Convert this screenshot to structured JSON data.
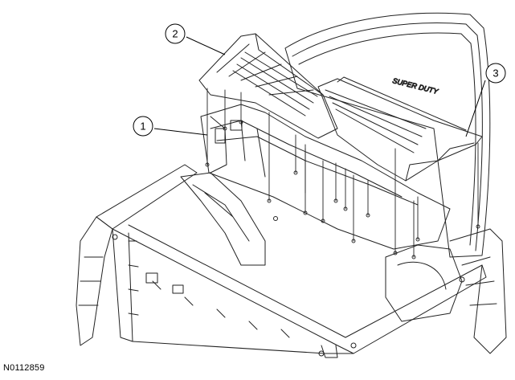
{
  "diagram": {
    "document_id": "N0112859",
    "windshield_emblem": "SUPER DUTY",
    "callouts": [
      {
        "number": "1"
      },
      {
        "number": "2"
      },
      {
        "number": "3"
      }
    ]
  }
}
